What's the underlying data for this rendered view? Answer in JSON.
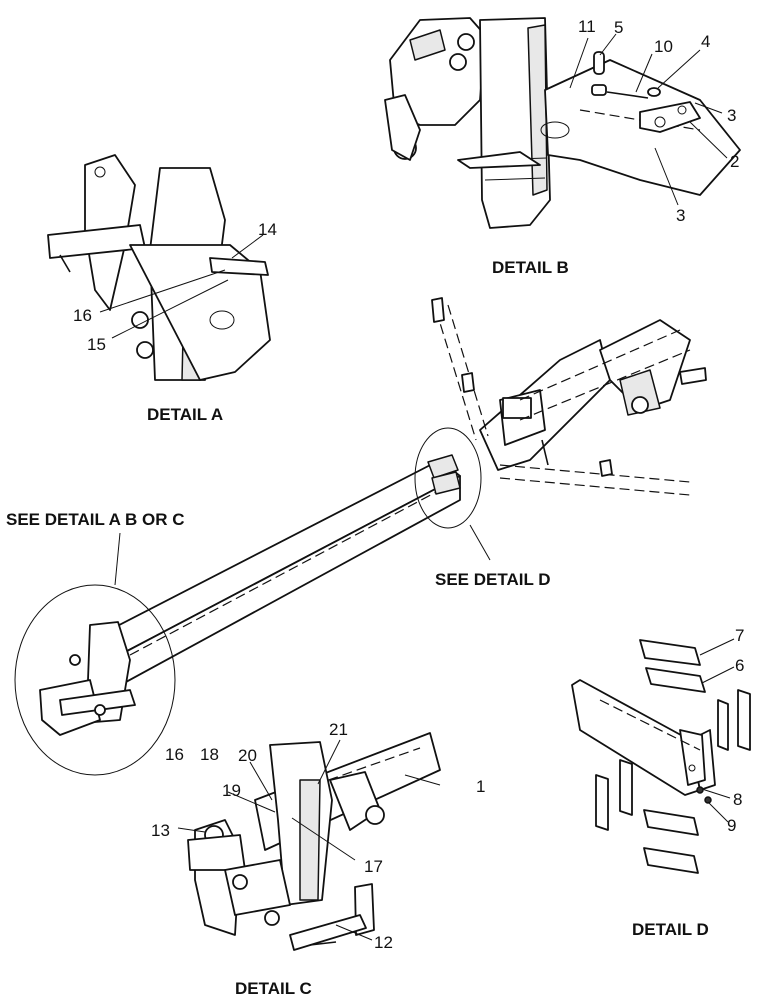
{
  "captions": {
    "detail_a": "DETAIL A",
    "detail_b": "DETAIL B",
    "detail_c": "DETAIL C",
    "detail_d": "DETAIL D",
    "see_abc": "SEE DETAIL A B OR C",
    "see_d": "SEE DETAIL D"
  },
  "callouts": {
    "c1": "1",
    "c2": "2",
    "c3a": "3",
    "c3b": "3",
    "c4": "4",
    "c5": "5",
    "c6": "6",
    "c7": "7",
    "c8": "8",
    "c9": "9",
    "c10": "10",
    "c11": "11",
    "c12": "12",
    "c13": "13",
    "c14": "14",
    "c15": "15",
    "c16a": "16",
    "c16b": "16",
    "c17": "17",
    "c18": "18",
    "c19": "19",
    "c20": "20",
    "c21": "21"
  }
}
